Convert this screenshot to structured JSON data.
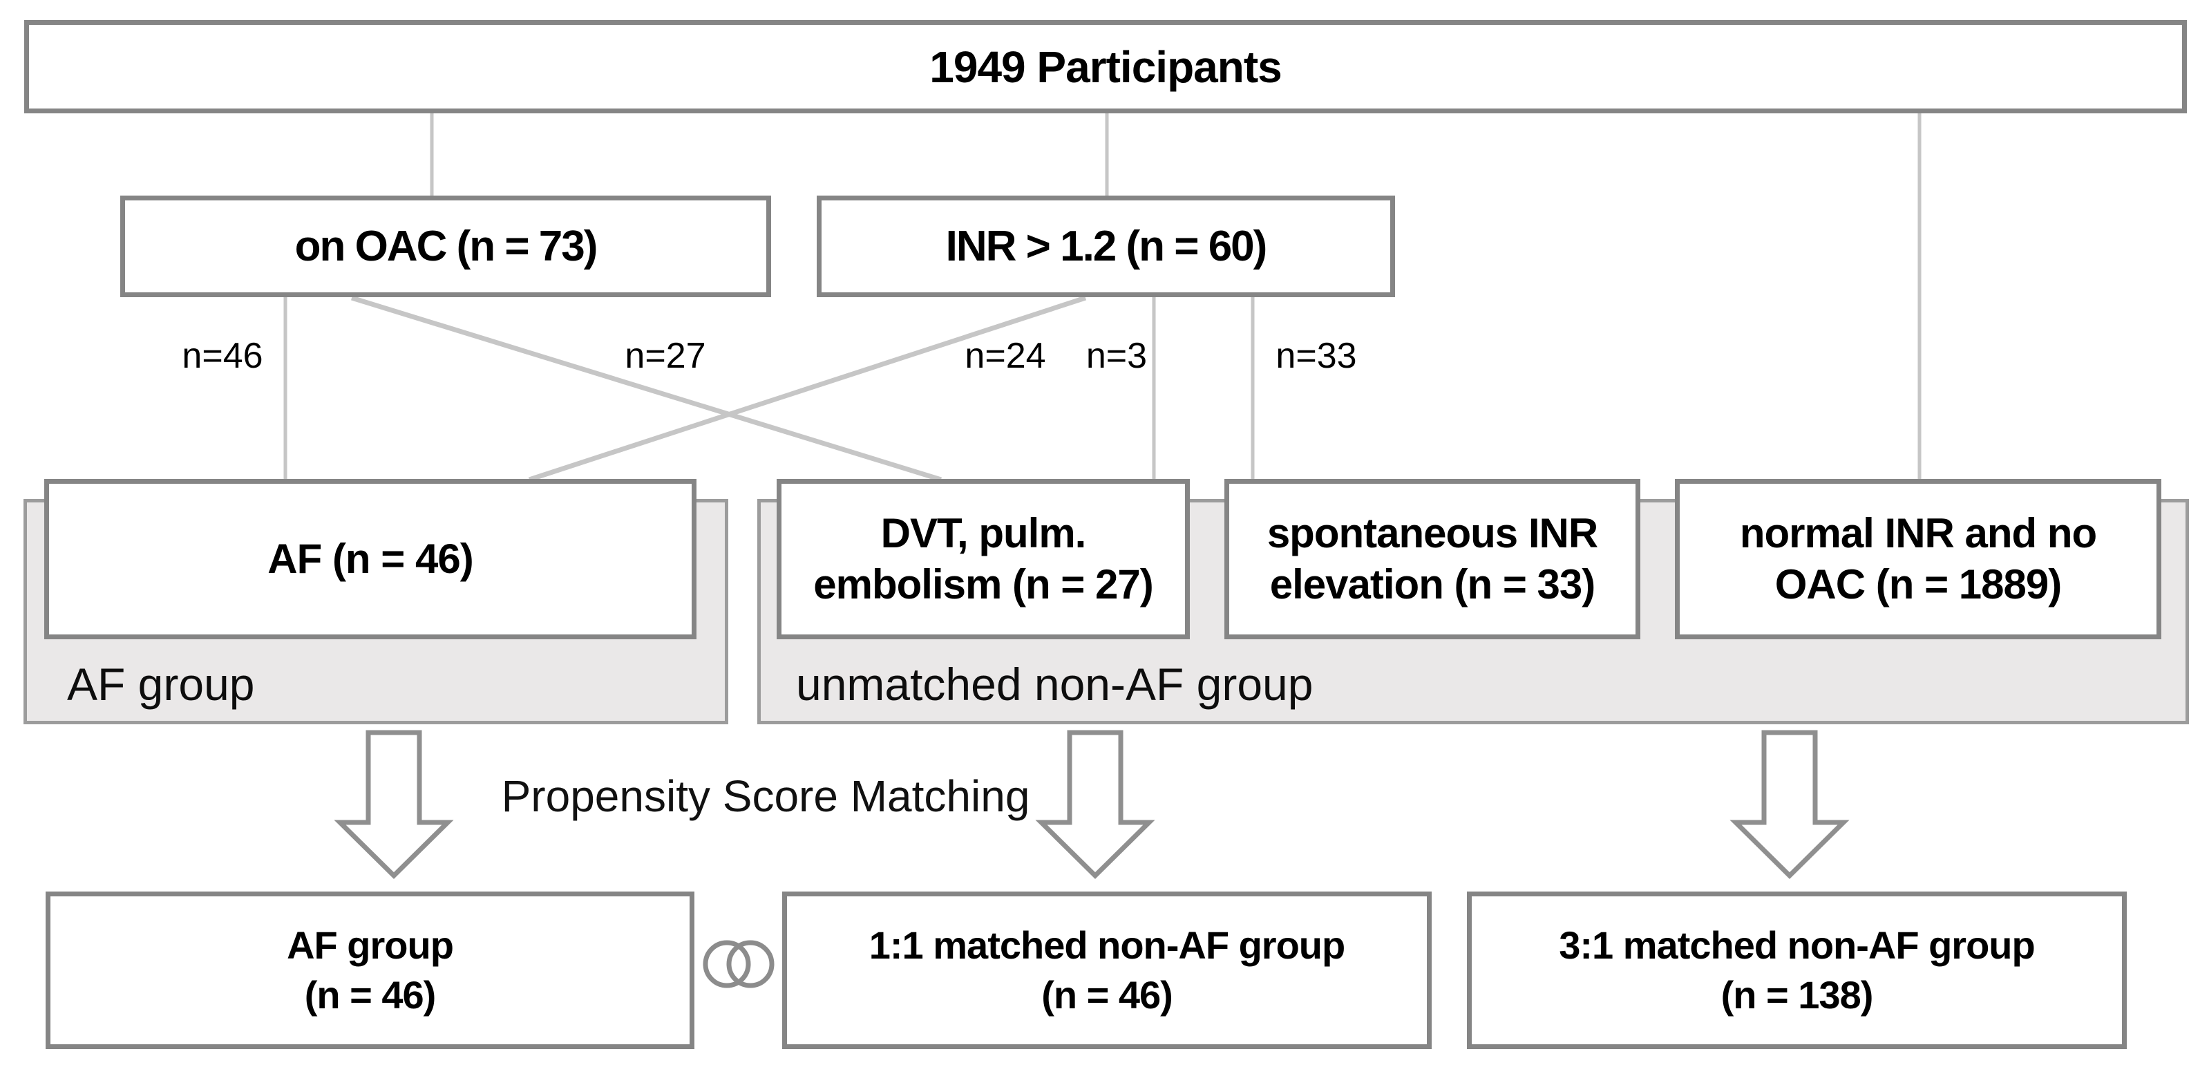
{
  "figure": {
    "title": "1949 Participants",
    "level1": [
      {
        "label": "on OAC (n = 73)"
      },
      {
        "label": "INR > 1.2 (n = 60)"
      }
    ],
    "edges": [
      {
        "label": "n=46"
      },
      {
        "label": "n=27"
      },
      {
        "label": "n=24"
      },
      {
        "label": "n=3"
      },
      {
        "label": "n=33"
      }
    ],
    "level2": [
      {
        "line1": "AF (n = 46)",
        "line2": ""
      },
      {
        "line1": "DVT, pulm.",
        "line2": "embolism (n = 27)"
      },
      {
        "line1": "spontaneous INR",
        "line2": "elevation (n = 33)"
      },
      {
        "line1": "normal INR and no",
        "line2": "OAC (n = 1889)"
      }
    ],
    "groups": [
      {
        "label": "AF group"
      },
      {
        "label": "unmatched non-AF group"
      }
    ],
    "note": {
      "line1": "Propensity Score",
      "line2": "Matching"
    },
    "level3": [
      {
        "line1": "AF group",
        "line2": "(n = 46)"
      },
      {
        "line1": "1:1 matched non-AF group",
        "line2": "(n = 46)"
      },
      {
        "line1": "3:1 matched non-AF group",
        "line2": "(n = 138)"
      }
    ],
    "colors": {
      "node_border": "#858585",
      "container_fill": "#eae8e8",
      "container_border": "#9c9c9c",
      "connector_line": "#c6c6c6",
      "arrow_outline": "#8f8f8f",
      "link_icon": "#8c8c8c",
      "text": "#000000"
    }
  }
}
